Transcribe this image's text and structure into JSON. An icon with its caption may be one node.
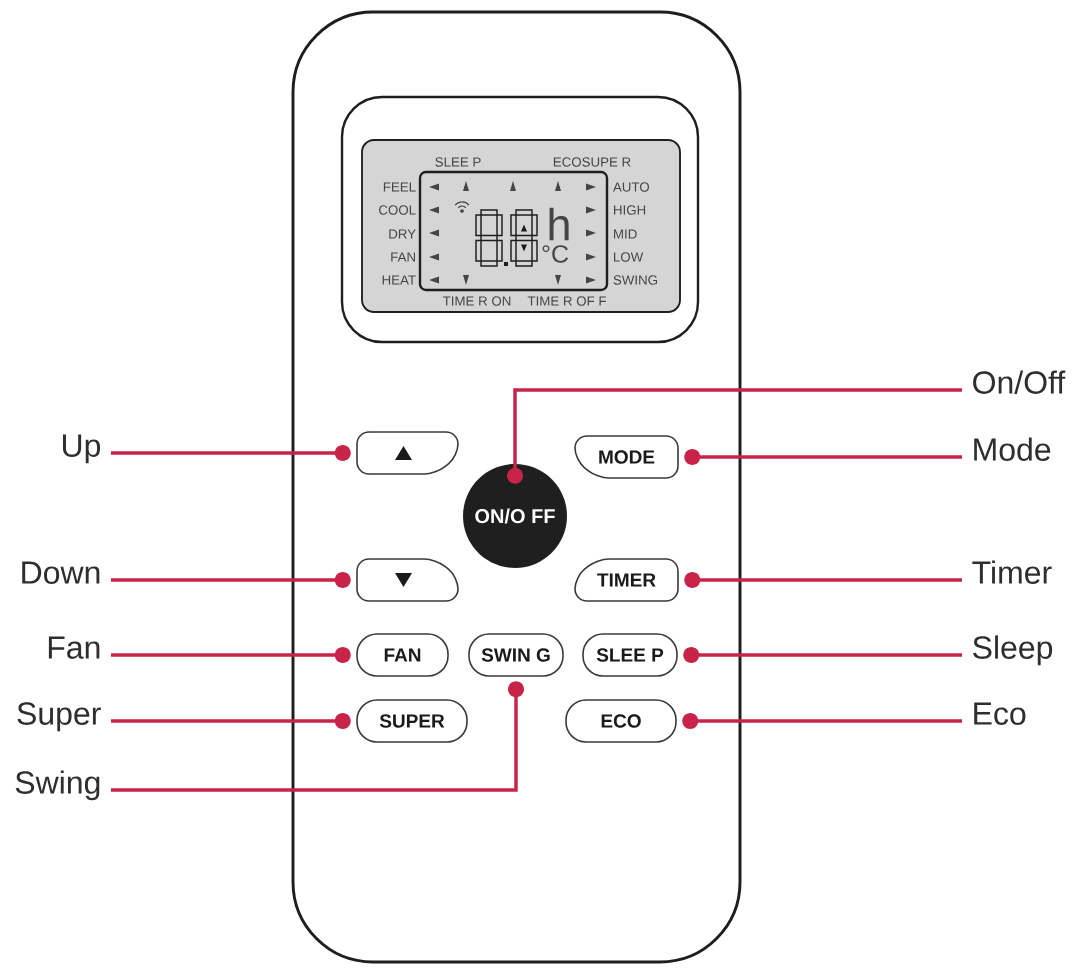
{
  "diagram": {
    "nodes": [
      {
        "text": [
          "On/Off"
        ]
      },
      {
        "text": [
          "Up"
        ]
      },
      {
        "text": [],
        "shape": "box"
      },
      {
        "text": [
          "ON/O FF"
        ]
      },
      {
        "text": [
          "MODE"
        ]
      },
      {
        "text": [
          "Mode"
        ]
      },
      {
        "text": [
          "Down"
        ]
      },
      {
        "text": [],
        "shape": "box"
      },
      {
        "text": [
          "TIMER"
        ]
      },
      {
        "text": [
          "Timer"
        ]
      },
      {
        "text": [
          "Fan"
        ]
      },
      {
        "text": [
          "FAN"
        ]
      },
      {
        "text": [
          "SWIN G"
        ]
      },
      {
        "text": [
          "SLEE P"
        ]
      },
      {
        "text": [
          "Sleep"
        ]
      },
      {
        "text": [
          "Super"
        ]
      },
      {
        "text": [
          "SUPER"
        ]
      },
      {
        "text": [
          "ECO"
        ]
      },
      {
        "text": [
          "Eco"
        ]
      },
      {
        "text": [
          "Swing"
        ]
      }
    ],
    "edges": [
      {
        "from": 0,
        "to": 3,
        "arrow": "other"
      },
      {
        "from": 1,
        "to": 2,
        "arrow": "other"
      },
      {
        "from": 5,
        "to": 4,
        "arrow": "other"
      },
      {
        "from": 6,
        "to": 7,
        "arrow": "other"
      },
      {
        "from": 9,
        "to": 8,
        "arrow": "other"
      },
      {
        "from": 10,
        "to": 11,
        "arrow": "other"
      },
      {
        "from": 14,
        "to": 13,
        "arrow": "other"
      },
      {
        "from": 15,
        "to": 16,
        "arrow": "other"
      },
      {
        "from": 18,
        "to": 17,
        "arrow": "other"
      },
      {
        "from": 19,
        "to": 12,
        "arrow": "other"
      }
    ],
    "labels": [
      "SLEE P",
      "ECOSUPE R",
      "FEEL",
      "AUTO",
      "COOL",
      "HIGH",
      "h",
      "DRY",
      "MID",
      "°C",
      "FAN",
      "LOW",
      "HEAT",
      "SWING",
      "TIME R ON",
      "TIME R OF F"
    ]
  }
}
